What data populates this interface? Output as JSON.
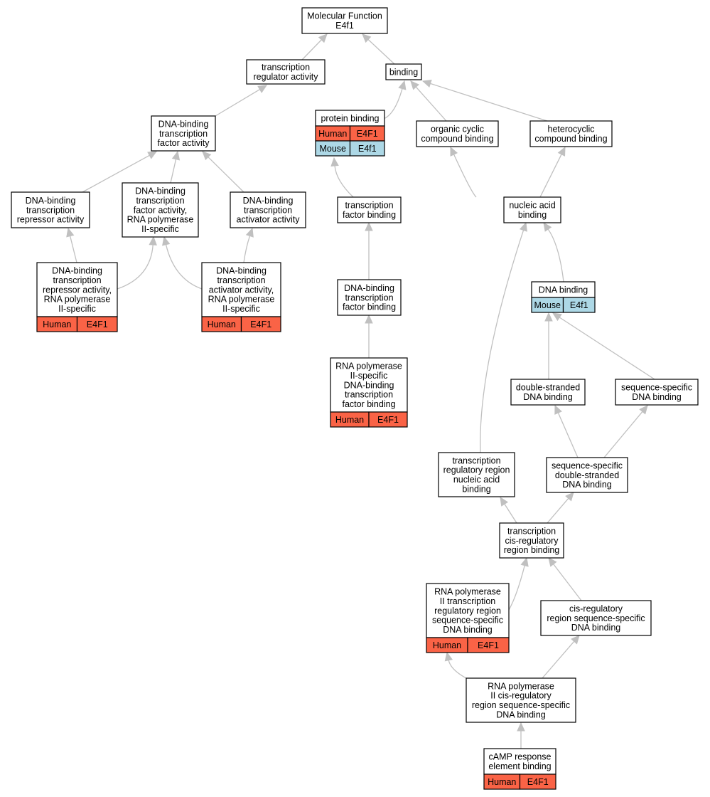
{
  "diagram": {
    "root_node": {
      "lines": [
        "Molecular Function",
        "E4f1"
      ]
    },
    "colors": {
      "human": "#fa6346",
      "mouse": "#add8e6",
      "edge": "#c0c0c0"
    },
    "nodes": [
      {
        "id": "mf",
        "lines": [
          "Molecular Function",
          "E4f1"
        ]
      },
      {
        "id": "tra",
        "lines": [
          "transcription",
          "regulator activity"
        ]
      },
      {
        "id": "binding",
        "lines": [
          "binding"
        ]
      },
      {
        "id": "pb",
        "lines": [
          "protein binding"
        ],
        "rows": [
          {
            "species": "Human",
            "gene": "E4F1"
          },
          {
            "species": "Mouse",
            "gene": "E4f1"
          }
        ]
      },
      {
        "id": "ocb",
        "lines": [
          "organic cyclic",
          "compound binding"
        ]
      },
      {
        "id": "hcb",
        "lines": [
          "heterocyclic",
          "compound binding"
        ]
      },
      {
        "id": "dbtfa",
        "lines": [
          "DNA-binding",
          "transcription",
          "factor activity"
        ]
      },
      {
        "id": "dbtra",
        "lines": [
          "DNA-binding",
          "transcription",
          "repressor activity"
        ]
      },
      {
        "id": "dbtfar",
        "lines": [
          "DNA-binding",
          "transcription",
          "factor activity,",
          "RNA polymerase",
          "II-specific"
        ]
      },
      {
        "id": "dbtaa",
        "lines": [
          "DNA-binding",
          "transcription",
          "activator activity"
        ]
      },
      {
        "id": "dbtrar",
        "lines": [
          "DNA-binding",
          "transcription",
          "repressor activity,",
          "RNA polymerase",
          "II-specific"
        ],
        "rows": [
          {
            "species": "Human",
            "gene": "E4F1"
          }
        ]
      },
      {
        "id": "dbtaar",
        "lines": [
          "DNA-binding",
          "transcription",
          "activator activity,",
          "RNA polymerase",
          "II-specific"
        ],
        "rows": [
          {
            "species": "Human",
            "gene": "E4F1"
          }
        ]
      },
      {
        "id": "tfb",
        "lines": [
          "transcription",
          "factor binding"
        ]
      },
      {
        "id": "dbtfb",
        "lines": [
          "DNA-binding",
          "transcription",
          "factor binding"
        ]
      },
      {
        "id": "rpdbtfb",
        "lines": [
          "RNA polymerase",
          "II-specific",
          "DNA-binding",
          "transcription",
          "factor binding"
        ],
        "rows": [
          {
            "species": "Human",
            "gene": "E4F1"
          }
        ]
      },
      {
        "id": "nab",
        "lines": [
          "nucleic acid",
          "binding"
        ]
      },
      {
        "id": "dnab",
        "lines": [
          "DNA binding"
        ],
        "rows": [
          {
            "species": "Mouse",
            "gene": "E4f1"
          }
        ]
      },
      {
        "id": "dsdb",
        "lines": [
          "double-stranded",
          "DNA binding"
        ]
      },
      {
        "id": "ssdb",
        "lines": [
          "sequence-specific",
          "DNA binding"
        ]
      },
      {
        "id": "trrnab",
        "lines": [
          "transcription",
          "regulatory region",
          "nucleic acid",
          "binding"
        ]
      },
      {
        "id": "ssdsdb",
        "lines": [
          "sequence-specific",
          "double-stranded",
          "DNA binding"
        ]
      },
      {
        "id": "tcrrb",
        "lines": [
          "transcription",
          "cis-regulatory",
          "region binding"
        ]
      },
      {
        "id": "rptrr",
        "lines": [
          "RNA polymerase",
          "II transcription",
          "regulatory region",
          "sequence-specific",
          "DNA binding"
        ],
        "rows": [
          {
            "species": "Human",
            "gene": "E4F1"
          }
        ]
      },
      {
        "id": "crrssdb",
        "lines": [
          "cis-regulatory",
          "region sequence-specific",
          "DNA binding"
        ]
      },
      {
        "id": "rpcrr",
        "lines": [
          "RNA polymerase",
          "II cis-regulatory",
          "region sequence-specific",
          "DNA binding"
        ]
      },
      {
        "id": "cre",
        "lines": [
          "cAMP response",
          "element binding"
        ],
        "rows": [
          {
            "species": "Human",
            "gene": "E4F1"
          }
        ]
      }
    ]
  }
}
